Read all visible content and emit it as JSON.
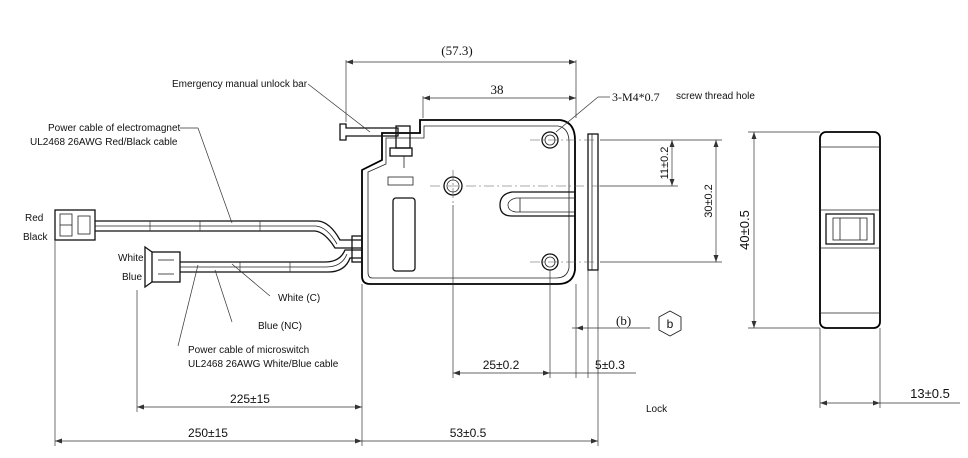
{
  "labels": {
    "emergency_bar": "Emergency manual unlock bar",
    "power_cable_line1": "Power cable of electromagnet",
    "power_cable_line2": "UL2468 26AWG  Red/Black cable",
    "red": "Red",
    "black": "Black",
    "white": "White",
    "blue": "Blue",
    "white_c": "White (C)",
    "blue_nc": "Blue  (NC)",
    "microswitch_line1": "Power cable of microswitch",
    "microswitch_line2": "UL2468 26AWG  White/Blue cable",
    "screw_spec": "3-M4*0.7",
    "screw_desc": "screw thread hole",
    "lock": "Lock",
    "view_b_label": "(b)",
    "view_b_marker": "b"
  },
  "dimensions": {
    "overall_length": "(57.3)",
    "hole_spacing_top": "38",
    "hole_offset_v": "11±0.2",
    "hole_spacing_v": "30±0.2",
    "height": "40±0.5",
    "hole_spacing_h": "25±0.2",
    "offset_5": "5±0.3",
    "cable_225": "225±15",
    "cable_250": "250±15",
    "body_53": "53±0.5",
    "thickness": "13±0.5"
  }
}
